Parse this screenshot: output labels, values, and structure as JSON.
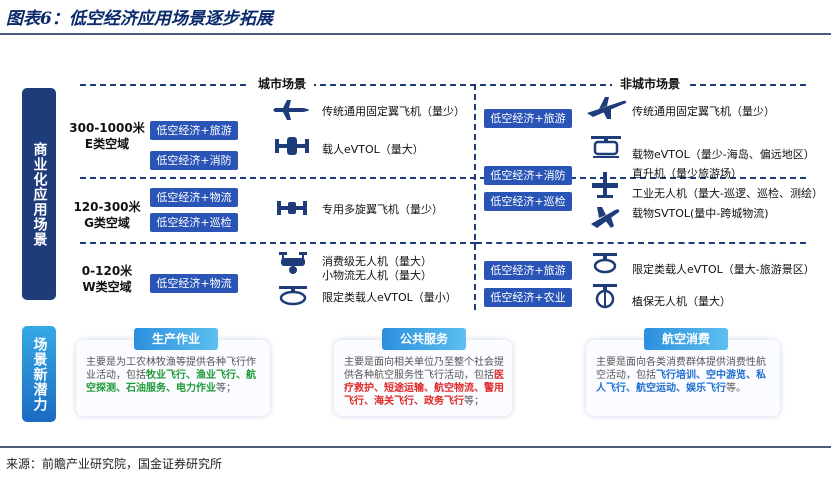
{
  "title": "图表6：低空经济应用场景逐步拓展",
  "source": "来源：前瞻产业研究院，国金证券研究所",
  "left_labels": {
    "commercial": "商业化应用场景",
    "potential": "场景新潜力"
  },
  "headers": {
    "urban": "城市场景",
    "nonurban": "非城市场景"
  },
  "zones": [
    {
      "range": "300-1000米",
      "cls": "E类空域"
    },
    {
      "range": "120-300米",
      "cls": "G类空域"
    },
    {
      "range": "0-120米",
      "cls": "W类空域"
    }
  ],
  "urban": {
    "e_tags": [
      "低空经济+旅游",
      "低空经济+消防"
    ],
    "e_items": [
      "传统通用固定翼飞机（量少）",
      "载人eVTOL（量大）"
    ],
    "g_tags": [
      "低空经济+物流",
      "低空经济+巡检"
    ],
    "g_item": "专用多旋翼飞机（量少）",
    "w_tag": "低空经济+物流",
    "w_items": [
      "消费级无人机（量大）",
      "小物流无人机（量大）",
      "限定类载人eVTOL（量小）"
    ]
  },
  "nonurban": {
    "tags": [
      "低空经济+旅游",
      "低空经济+消防",
      "低空经济+巡检"
    ],
    "items": [
      "传统通用固定翼飞机（量少）",
      "载物eVTOL（量少-海岛、偏远地区）",
      "直升机（量少旅游场）",
      "工业无人机（量大-巡逻、巡检、测绘）",
      "载物SVTOL(量中-跨城物流)"
    ],
    "w_tags": [
      "低空经济+旅游",
      "低空经济+农业"
    ],
    "w_items": [
      "限定类载人eVTOL（量大-旅游景区）",
      "植保无人机（量大）"
    ]
  },
  "cards": [
    {
      "title": "生产作业",
      "pre": "主要是为工农林牧渔等提供各种飞行作业活动，包括",
      "parts": [
        "牧业飞行、",
        "渔业飞行、",
        "航空探测、",
        "石油服务、",
        "电力作业"
      ],
      "post": "等；"
    },
    {
      "title": "公共服务",
      "pre": "主要是面向相关单位乃至整个社会提供各种航空服务性飞行活动，包括",
      "parts": [
        "医疗救护、",
        "短途运输、",
        "航空物流、",
        "警用飞行、",
        "海关飞行、",
        "政务飞行"
      ],
      "post": "等；"
    },
    {
      "title": "航空消费",
      "pre": "主要是面向各类消费群体提供消费性航空活动，包括",
      "parts": [
        "飞行培训、",
        "空中游览、",
        "私人飞行、",
        "航空运动、",
        "娱乐飞行"
      ],
      "post": "等。"
    }
  ],
  "colors": {
    "navy": "#1f3c7a",
    "tag_blue": "#2a55b7",
    "red": "#e02a2a",
    "green": "#1f9a3a",
    "blue": "#1f6fd1"
  }
}
